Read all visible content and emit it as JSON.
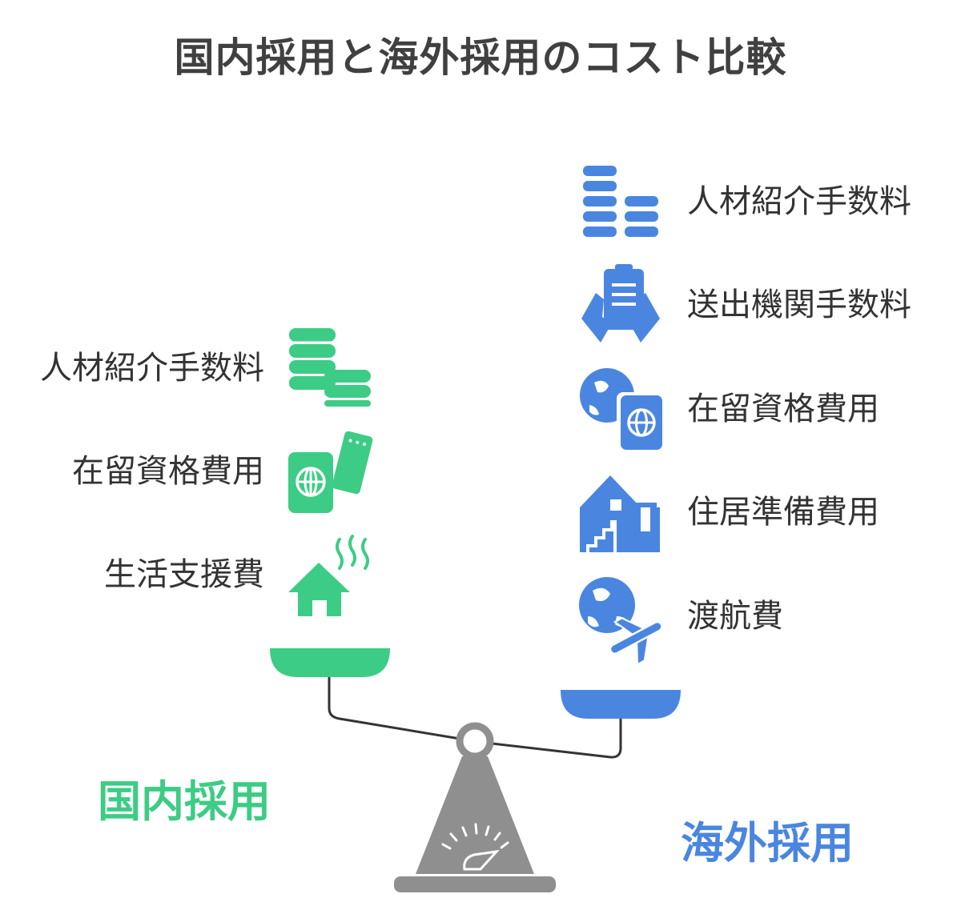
{
  "title": "国内採用と海外採用のコスト比較",
  "colors": {
    "domestic": "#3dcc85",
    "overseas": "#4a86e0",
    "title": "#404040",
    "text": "#333333",
    "scale": "#8f8f8f"
  },
  "domestic": {
    "label": "国内採用",
    "items": [
      {
        "label": "人材紹介手数料",
        "icon": "coin-stacks-icon"
      },
      {
        "label": "在留資格費用",
        "icon": "passport-ticket-icon"
      },
      {
        "label": "生活支援費",
        "icon": "heated-house-icon"
      }
    ]
  },
  "overseas": {
    "label": "海外採用",
    "items": [
      {
        "label": "人材紹介手数料",
        "icon": "coin-bars-icon"
      },
      {
        "label": "送出機関手数料",
        "icon": "hands-document-icon"
      },
      {
        "label": "在留資格費用",
        "icon": "globe-passport-icon"
      },
      {
        "label": "住居準備費用",
        "icon": "house-stairs-icon"
      },
      {
        "label": "渡航費",
        "icon": "globe-plane-icon"
      }
    ]
  }
}
